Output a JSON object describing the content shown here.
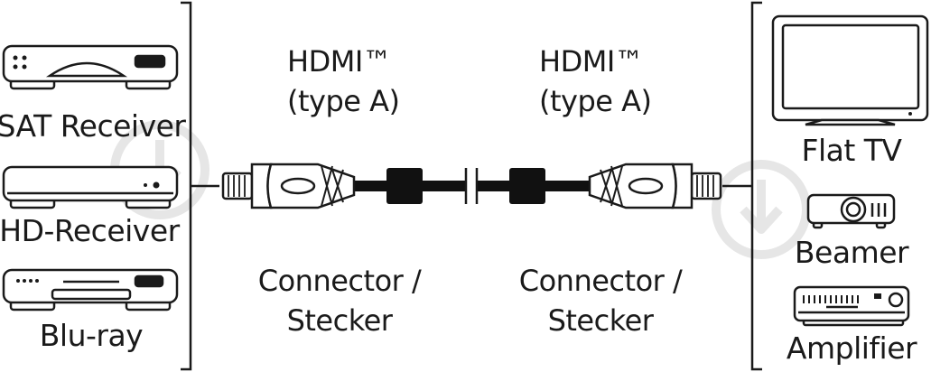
{
  "left_devices": [
    {
      "label": "SAT Receiver",
      "icon": "sat-receiver-icon"
    },
    {
      "label": "HD-Receiver",
      "icon": "hd-receiver-icon"
    },
    {
      "label": "Blu-ray",
      "icon": "bluray-player-icon"
    }
  ],
  "right_devices": [
    {
      "label": "Flat TV",
      "icon": "flat-tv-icon"
    },
    {
      "label": "Beamer",
      "icon": "projector-icon"
    },
    {
      "label": "Amplifier",
      "icon": "amplifier-icon"
    }
  ],
  "connectors": {
    "left": {
      "type_line1": "HDMI™",
      "type_line2": "(type A)",
      "name_line1": "Connector /",
      "name_line2": "Stecker"
    },
    "right": {
      "type_line1": "HDMI™",
      "type_line2": "(type A)",
      "name_line1": "Connector /",
      "name_line2": "Stecker"
    }
  },
  "watermark_icon": "download-watermark-icon",
  "colors": {
    "line": "#1a1a1a",
    "connector_fill": "#ffffff",
    "ferrite": "#111111",
    "watermark": "#e3e3e3"
  }
}
